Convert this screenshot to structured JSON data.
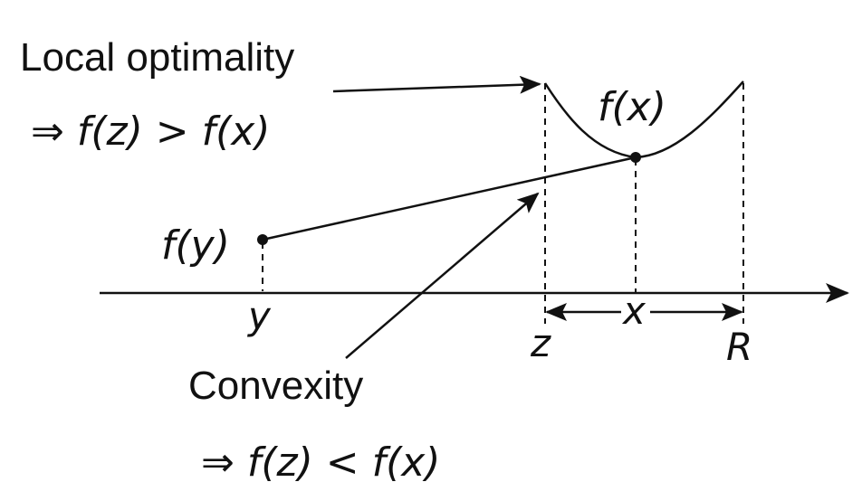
{
  "diagram": {
    "local_label": "Local optimality",
    "local_implication": "⇒ f(z) > f(x)",
    "convex_label": "Convexity",
    "convex_implication": "⇒ f(z) < f(x)",
    "fx_label": "f(x)",
    "fy_label": "f(y)",
    "axis_labels": {
      "y": "y",
      "z": "z",
      "x": "x",
      "R": "R"
    },
    "colors": {
      "ink": "#111111",
      "background": "#ffffff"
    }
  }
}
